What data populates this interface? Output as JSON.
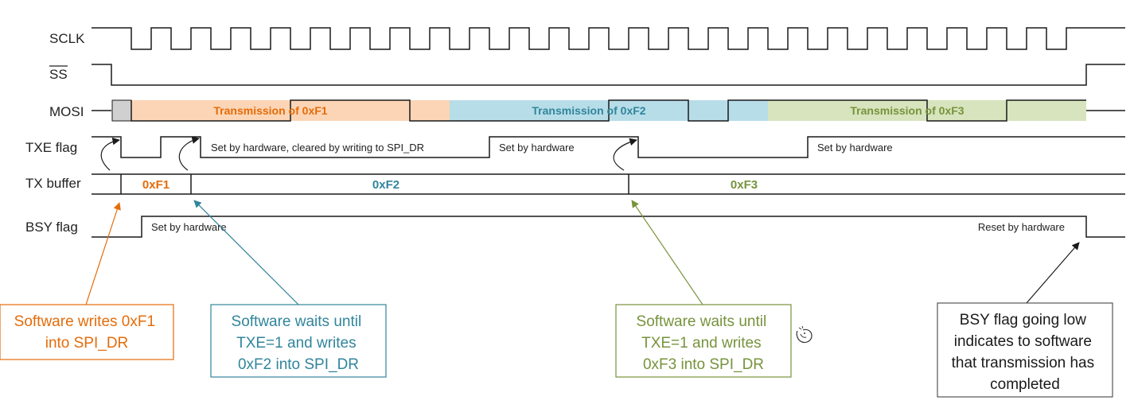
{
  "signals": {
    "sclk": "SCLK",
    "ss": "SS",
    "mosi": "MOSI",
    "txe": "TXE flag",
    "txbuf": "TX buffer",
    "bsy": "BSY flag"
  },
  "mosi_segments": [
    {
      "part1": "Transmission",
      "part2": " of 0xF1"
    },
    {
      "part1": "Transmission",
      "part2": " of 0xF2"
    },
    {
      "part1": "Transmission",
      "part2": " of 0xF3"
    }
  ],
  "txe_notes": [
    "Set by hardware, cleared by writing to SPI_DR",
    "Set by hardware",
    "Set by hardware"
  ],
  "buffer_values": [
    "0xF1",
    "0xF2",
    "0xF3"
  ],
  "bsy_notes": {
    "set": "Set by hardware",
    "reset": "Reset by hardware"
  },
  "callouts": {
    "c1": [
      "Software writes 0xF1",
      "into SPI_DR"
    ],
    "c2": [
      "Software waits until",
      "TXE=1 and writes",
      "0xF2 into SPI_DR"
    ],
    "c3": [
      "Software waits until",
      "TXE=1 and writes",
      "0xF3 into SPI_DR"
    ],
    "c4": [
      "BSY flag going low",
      "indicates to software",
      "that transmission has",
      "completed"
    ]
  },
  "colors": {
    "orange": "#e46c0a",
    "orange_fill": "#fbd5b5",
    "teal": "#31859c",
    "teal_fill": "#b7dde8",
    "green": "#77933c",
    "green_fill": "#d7e4bd",
    "gray_fill": "#d0d0d0",
    "line": "#1a1a1a"
  }
}
